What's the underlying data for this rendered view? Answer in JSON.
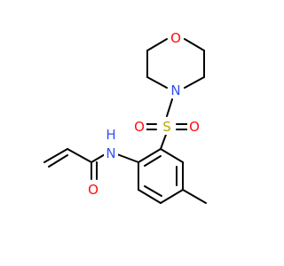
{
  "colors": {
    "carbon_bond": "#000000",
    "oxygen": "#ff0d0d",
    "nitrogen": "#3050f8",
    "sulfur": "#b5a800"
  },
  "atoms": {
    "morpholine_oxygen": "O",
    "morpholine_nitrogen": "N",
    "sulfur": "S",
    "sulfonyl_oxygen_left": "O",
    "sulfonyl_oxygen_right": "O",
    "amide_nitrogen": "N",
    "amide_hydrogen": "H",
    "carbonyl_oxygen": "O"
  }
}
